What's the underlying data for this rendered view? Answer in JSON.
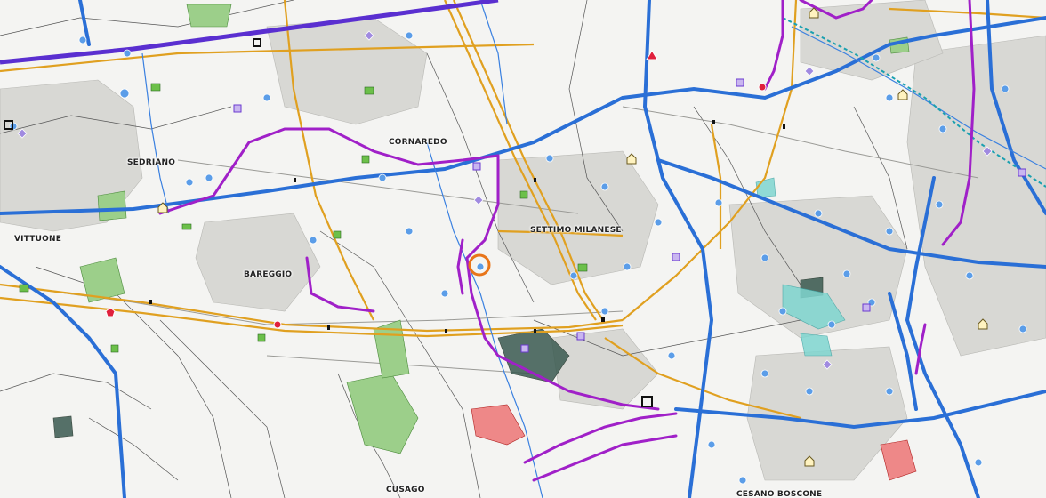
{
  "map": {
    "places": {
      "sedriano": "SEDRIANO",
      "cornaredo": "CORNAREDO",
      "vittuone": "VITTUONE",
      "bareggio": "BAREGGIO",
      "settimo_milanese": "SETTIMO MILANESE",
      "cusago": "CUSAGO",
      "cesano_boscone": "CESANO BOSCONE"
    },
    "colors": {
      "background": "#f4f4f2",
      "road_blue": "#2a6fd6",
      "road_purple": "#a020c8",
      "rail_orange": "#e0a020",
      "highway_violet": "#5a2fd0",
      "greenery": "#6cc04a",
      "marker_orange": "#e8751a",
      "water": "#7fd6d0"
    }
  }
}
